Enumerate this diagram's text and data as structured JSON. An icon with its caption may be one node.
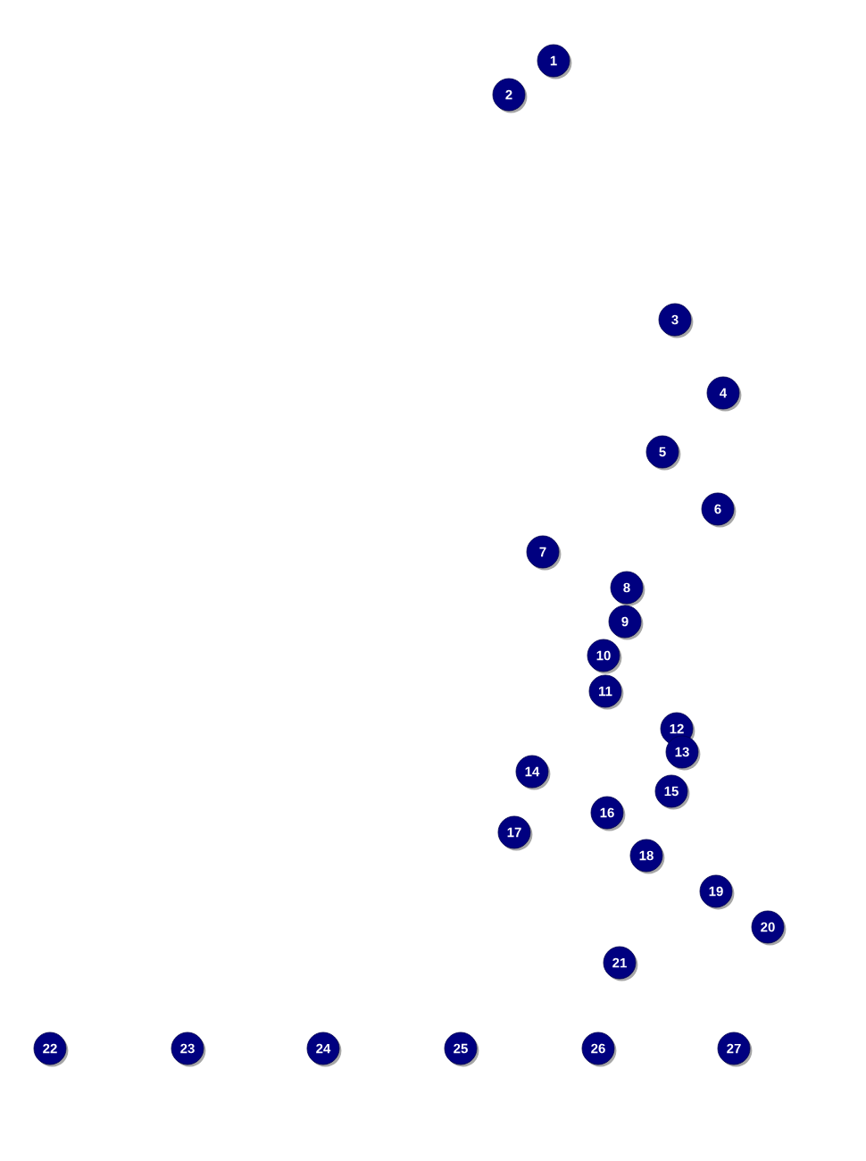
{
  "diagram": {
    "nodes": [
      {
        "text": [
          "1"
        ]
      },
      {
        "text": [
          "2"
        ]
      },
      {
        "text": [
          "3"
        ]
      },
      {
        "text": [
          "4"
        ]
      },
      {
        "text": [
          "5"
        ]
      },
      {
        "text": [
          "6"
        ]
      },
      {
        "text": [
          "7"
        ]
      },
      {
        "text": [
          "8"
        ]
      },
      {
        "text": [
          "9"
        ]
      },
      {
        "text": [
          "10"
        ]
      },
      {
        "text": [
          "11"
        ]
      },
      {
        "text": [
          "12"
        ]
      },
      {
        "text": [
          "13"
        ]
      },
      {
        "text": [
          "14"
        ]
      },
      {
        "text": [
          "15"
        ]
      },
      {
        "text": [
          "16"
        ]
      },
      {
        "text": [
          "17"
        ]
      },
      {
        "text": [
          "18"
        ]
      },
      {
        "text": [
          "19"
        ]
      },
      {
        "text": [
          "20"
        ]
      },
      {
        "text": [
          "21"
        ]
      },
      {
        "text": [
          "22"
        ]
      },
      {
        "text": [
          "23"
        ]
      },
      {
        "text": [
          "24"
        ]
      },
      {
        "text": [
          "25"
        ]
      },
      {
        "text": [
          "26"
        ]
      },
      {
        "text": [
          "27"
        ]
      }
    ]
  }
}
